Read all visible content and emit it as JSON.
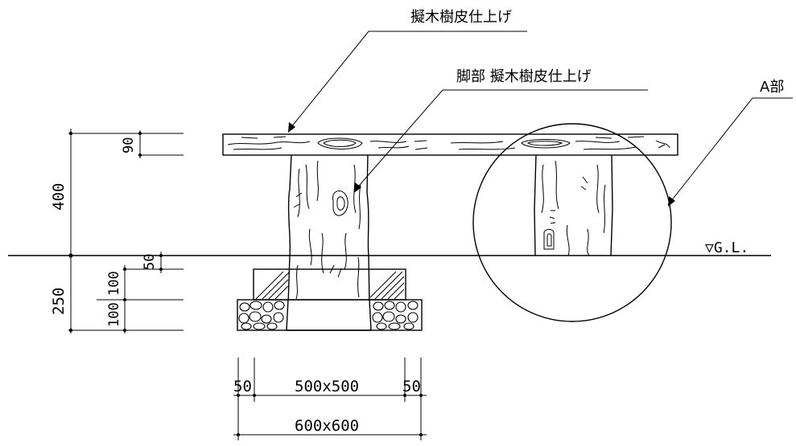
{
  "labels": {
    "top_finish": "擬木樹皮仕上げ",
    "leg_finish": "脚部 擬木樹皮仕上げ",
    "detail_a": "A部",
    "ground_level": "▽G.L."
  },
  "dimensions": {
    "v_90": "90",
    "v_400": "400",
    "v_50": "50",
    "v_100_upper": "100",
    "v_100_lower": "100",
    "v_250": "250",
    "h_50_left": "50",
    "h_500": "500x500",
    "h_50_right": "50",
    "h_600": "600x600"
  }
}
